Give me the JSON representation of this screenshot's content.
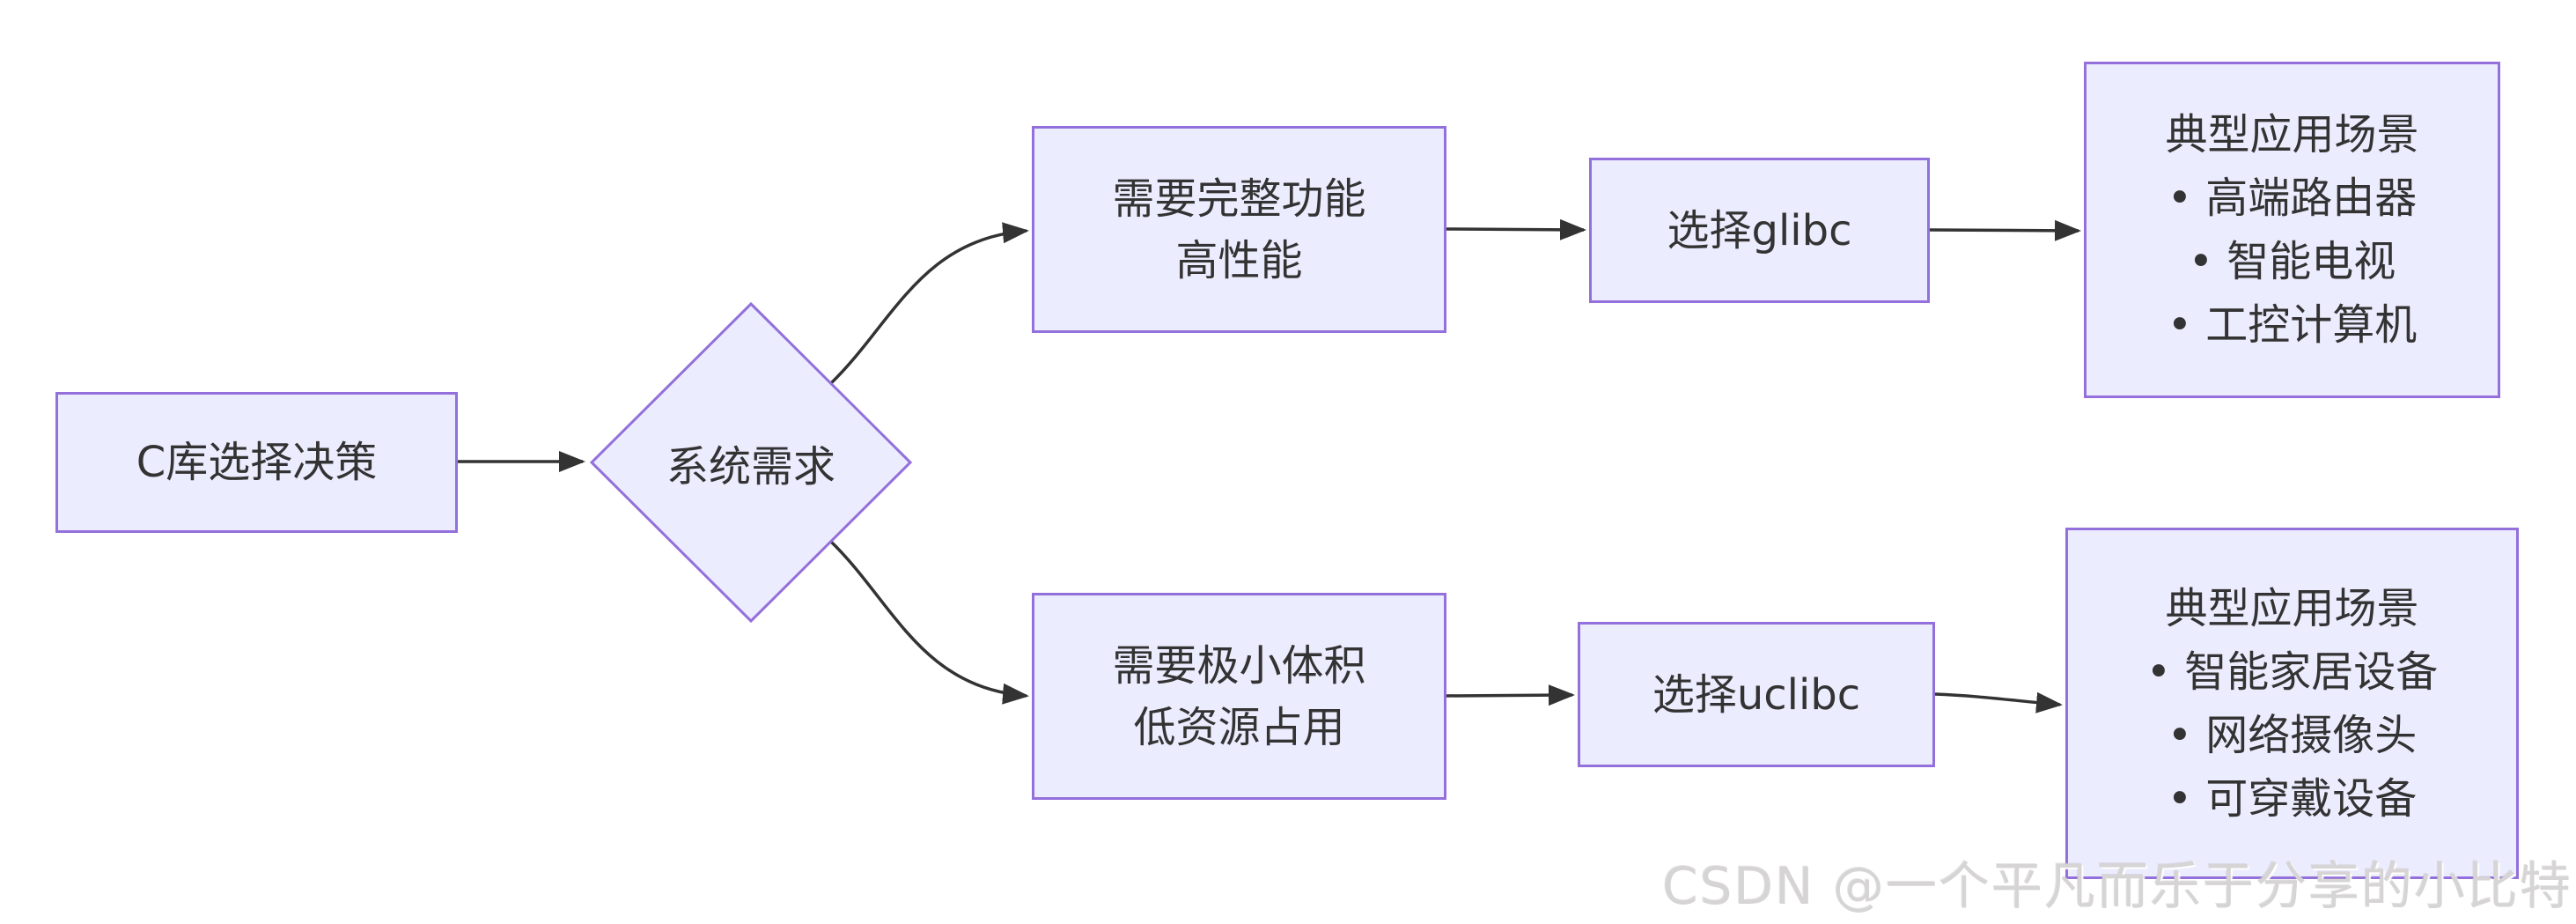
{
  "diagram": {
    "type": "flowchart-LR",
    "background": "#ffffff",
    "node_fill": "#ECECFF",
    "node_border": "#9370DB",
    "edge_color": "#333333",
    "text_color": "#333333",
    "nodes": {
      "start": {
        "label": "C库选择决策"
      },
      "decision": {
        "label": "系统需求",
        "shape": "diamond"
      },
      "need_full": {
        "line1": "需要完整功能",
        "line2": "高性能"
      },
      "choose_glibc": {
        "label": "选择glibc"
      },
      "glibc_scenarios": {
        "title": "典型应用场景",
        "items": [
          "• 高端路由器",
          "• 智能电视",
          "• 工控计算机"
        ]
      },
      "need_small": {
        "line1": "需要极小体积",
        "line2": "低资源占用"
      },
      "choose_uclibc": {
        "label": "选择uclibc"
      },
      "uclibc_scenarios": {
        "title": "典型应用场景",
        "items": [
          "• 智能家居设备",
          "• 网络摄像头",
          "• 可穿戴设备"
        ]
      }
    },
    "edges": [
      {
        "from": "start",
        "to": "decision"
      },
      {
        "from": "decision",
        "to": "need_full"
      },
      {
        "from": "decision",
        "to": "need_small"
      },
      {
        "from": "need_full",
        "to": "choose_glibc"
      },
      {
        "from": "choose_glibc",
        "to": "glibc_scenarios"
      },
      {
        "from": "need_small",
        "to": "choose_uclibc"
      },
      {
        "from": "choose_uclibc",
        "to": "uclibc_scenarios"
      }
    ]
  },
  "watermark": {
    "text": "CSDN @一个平凡而乐于分享的小比特"
  }
}
